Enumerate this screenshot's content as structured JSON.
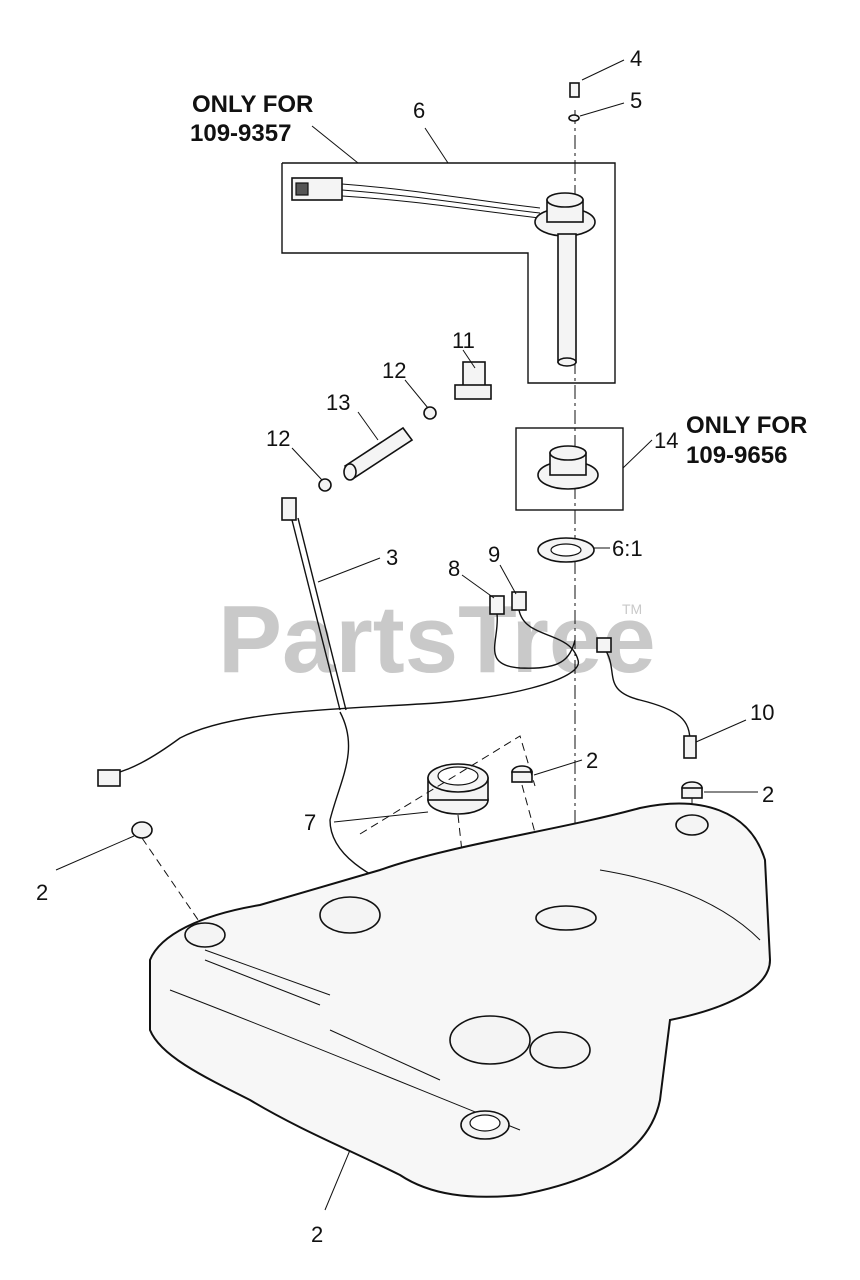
{
  "watermark": {
    "brand": "PartsTree",
    "trademark": "TM"
  },
  "notes": [
    {
      "line1": "ONLY FOR",
      "line2": "109-9357"
    },
    {
      "line1": "ONLY FOR",
      "line2": "109-9656"
    }
  ],
  "callouts": {
    "c4": "4",
    "c5": "5",
    "c6": "6",
    "c11": "11",
    "c12a": "12",
    "c12b": "12",
    "c13": "13",
    "c14": "14",
    "c6_1": "6:1",
    "c3": "3",
    "c8": "8",
    "c9": "9",
    "c10": "10",
    "c2a": "2",
    "c2b": "2",
    "c2c": "2",
    "c2d": "2",
    "c7": "7"
  }
}
